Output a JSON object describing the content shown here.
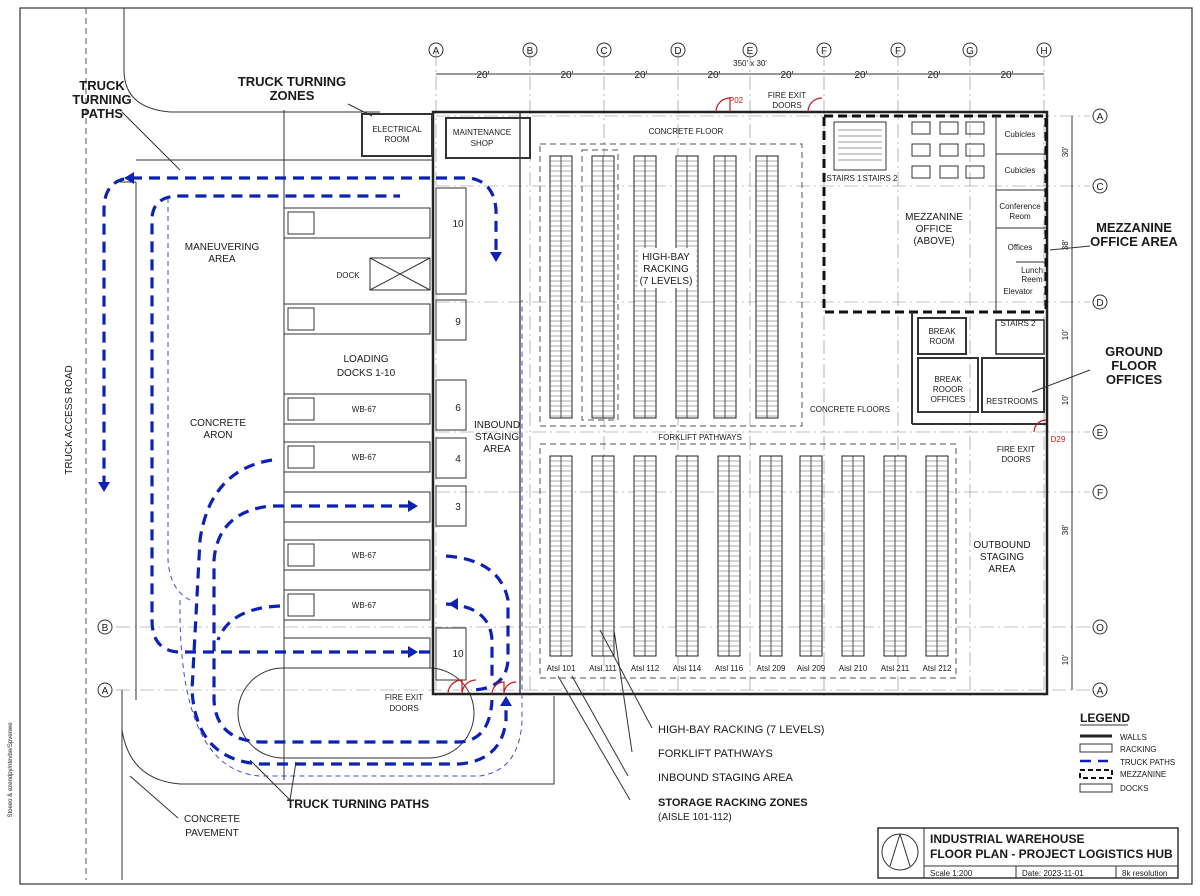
{
  "grid_columns": [
    "A",
    "B",
    "C",
    "D",
    "E",
    "F",
    "F",
    "G",
    "H"
  ],
  "grid_rows_right": [
    "A",
    "C",
    "D",
    "E",
    "F",
    "O",
    "A"
  ],
  "grid_rows_left": [
    "B",
    "A"
  ],
  "top_dimension": "350' x 30'",
  "column_spacing": [
    "20'",
    "20'",
    "20'",
    "20'",
    "20'",
    "20'",
    "20'",
    "20'"
  ],
  "right_dims": [
    "30'",
    "38'",
    "10'",
    "10'",
    "38'",
    "10'"
  ],
  "labels": {
    "truck_turning_paths_top": [
      "TRUCK",
      "TURNING",
      "PATHS"
    ],
    "truck_turning_zones": [
      "TRUCK TURNING",
      "ZONES"
    ],
    "electrical_room": [
      "ELECTRICAL",
      "ROOM"
    ],
    "maintenance_shop": [
      "MAINTENANCE",
      "SHOP"
    ],
    "concrete_floor": "CONCRETE FLOOR",
    "fire_exit_doors_top": [
      "FIRE EXIT",
      "DOORS"
    ],
    "door_tag_top": "P02",
    "maneuvering_area": [
      "MANEUVERING",
      "AREA"
    ],
    "dock": "DOCK",
    "loading_docks": [
      "LOADING",
      "DOCKS 1-10"
    ],
    "concrete_aron": [
      "CONCRETE",
      "ARON"
    ],
    "truck_access_road": "TRUCK ACCESS ROAD",
    "inbound_staging": [
      "INBOUND",
      "STAGING",
      "AREA"
    ],
    "high_bay_racking": [
      "HIGH-BAY",
      "RACKING",
      "(7 LEVELS)"
    ],
    "forklift_pathways": "FORKLIFT PATHWAYS",
    "concrete_floors": "CONCRETE FLOORS",
    "stairs1": "STAIRS 1",
    "stairs2": "STAIRS 2",
    "stairs2b": "STAIRS 2",
    "cubicles1": "Cubicles",
    "cubicles2": "Cubicles",
    "conference_room": [
      "Conference",
      "Reom"
    ],
    "offices": "Offices",
    "lunch_room": [
      "Lunch",
      "Reem"
    ],
    "elevator": "Elevator",
    "mezzanine_office": [
      "MEZZANINE",
      "OFFICE",
      "(ABOVE)"
    ],
    "mezzanine_office_area": [
      "MEZZANINE",
      "OFFICE AREA"
    ],
    "break_room": [
      "BREAK",
      "ROOM"
    ],
    "break_rooor_offices": [
      "BREAK",
      "ROOOR",
      "OFFICES"
    ],
    "restrooms": "RESTROOMS",
    "ground_floor_offices": [
      "GROUND",
      "FLOOR",
      "OFFICES"
    ],
    "fire_exit_doors_right": [
      "FIRE EXIT",
      "DOORS"
    ],
    "door_tag_right": "D29",
    "outbound_staging": [
      "OUTBOUND",
      "STAGING",
      "AREA"
    ],
    "fire_exit_doors_bottom": [
      "FIRE EXIT",
      "DOORS"
    ],
    "concrete_pavement": [
      "CONCRETE",
      "PAVEMENT"
    ],
    "truck_turning_paths_bottom": "TRUCK TURNING PATHS"
  },
  "dock_numbers": [
    "10",
    "9",
    "6",
    "4",
    "3",
    "10"
  ],
  "truck_labels": [
    "WB-67",
    "WB-67",
    "WB-67",
    "WB-67"
  ],
  "aisles": [
    "Atsl 101",
    "Atsl 111",
    "Atsl 112",
    "Atsl 114",
    "Atsl 116",
    "Atsl 209",
    "Aisl 209",
    "Aisl 210",
    "Atsl 211",
    "Atsl 212"
  ],
  "callouts": {
    "c1": "HIGH-BAY RACKING (7 LEVELS)",
    "c2": "FORKLIFT PATHWAYS",
    "c3": "INBOUND STAGING AREA",
    "c4": "STORAGE RACKING ZONES",
    "c4b": "(AISLE  101-112)"
  },
  "legend": {
    "title": "LEGEND",
    "items": [
      "WALLS",
      "RACKING",
      "TRUCK PATHS",
      "MEZZANINE",
      "DOCKS"
    ]
  },
  "title_block": {
    "line1": "INDUSTRIAL WAREHOUSE",
    "line2": "FLOOR PLAN - PROJECT LOGISTICS HUB",
    "scale": "Scale 1:200",
    "date": "Date: 2023-11-01",
    "resolution": "8k resolution"
  },
  "side_note": "Stoeeo & ezendpy/ntevbe/Spvenwe",
  "colors": {
    "truck_path": "#0b22b5",
    "door": "#c41a1a"
  }
}
